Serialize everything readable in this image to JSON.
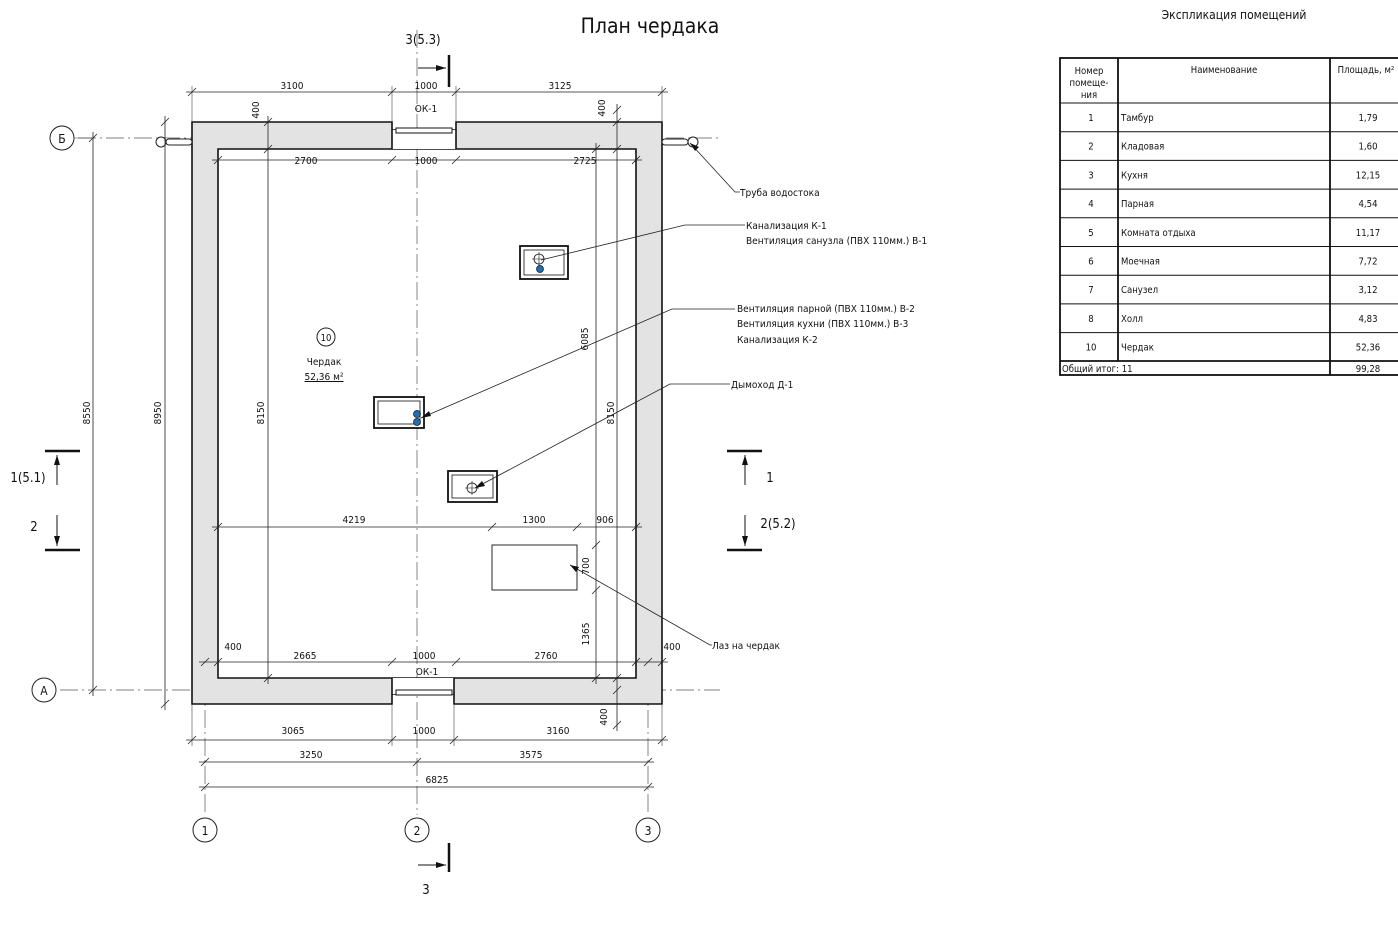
{
  "title": "План чердака",
  "axes": {
    "rows": [
      "Б",
      "А"
    ],
    "cols": [
      "1",
      "2",
      "3"
    ]
  },
  "sections": {
    "top": "3(5.3)",
    "bottom": "3",
    "left_up": "1(5.1)",
    "left_down": "2",
    "right_up": "1",
    "right_down": "2(5.2)"
  },
  "dims": {
    "top_outer": [
      "3100",
      "1000",
      "3125"
    ],
    "top_inner": [
      "2700",
      "1000",
      "2725"
    ],
    "top_wall": [
      "400",
      "400"
    ],
    "window_top": "ОК-1",
    "window_bottom": "ОК-1",
    "bottom_inner": [
      "2665",
      "1000",
      "2760"
    ],
    "bottom_wall": [
      "400",
      "400",
      "400"
    ],
    "bottom_outer": [
      "3065",
      "1000",
      "3160"
    ],
    "bottom_axes": [
      "3250",
      "3575"
    ],
    "bottom_total": "6825",
    "left_axes": "8550",
    "left_outer": "8950",
    "left_inner": "8150",
    "right_inner": "8150",
    "right_6085": "6085",
    "right_700": "700",
    "right_1365": "1365",
    "hatch_row": [
      "4219",
      "1300",
      "906"
    ]
  },
  "room": {
    "number": "10",
    "name": "Чердак",
    "area": "52,36 м²"
  },
  "callouts": {
    "drain": "Труба водостока",
    "sewer1": [
      "Канализация К-1",
      "Вентиляция санузла (ПВХ 110мм.) В-1"
    ],
    "vent2": [
      "Вентиляция парной (ПВХ 110мм.) В-2",
      "Вентиляция кухни (ПВХ 110мм.) В-3",
      "Канализация К-2"
    ],
    "chimney": "Дымоход Д-1",
    "hatch": "Лаз на чердак"
  },
  "colors": {
    "pipe_blue": "#1f6fb2",
    "wall_fill": "#e3e3e3"
  },
  "table": {
    "title": "Экспликация помещений",
    "headers": [
      "Номер",
      "помеще-",
      "ния",
      "Наименование",
      "Площадь, м²"
    ],
    "rows": [
      {
        "num": "1",
        "name": "Тамбур",
        "area": "1,79"
      },
      {
        "num": "2",
        "name": "Кладовая",
        "area": "1,60"
      },
      {
        "num": "3",
        "name": "Кухня",
        "area": "12,15"
      },
      {
        "num": "4",
        "name": "Парная",
        "area": "4,54"
      },
      {
        "num": "5",
        "name": "Комната отдыха",
        "area": "11,17"
      },
      {
        "num": "6",
        "name": "Моечная",
        "area": "7,72"
      },
      {
        "num": "7",
        "name": "Санузел",
        "area": "3,12"
      },
      {
        "num": "8",
        "name": "Холл",
        "area": "4,83"
      },
      {
        "num": "10",
        "name": "Чердак",
        "area": "52,36"
      }
    ],
    "total_label": "Общий итог: 11",
    "total_area": "99,28"
  }
}
